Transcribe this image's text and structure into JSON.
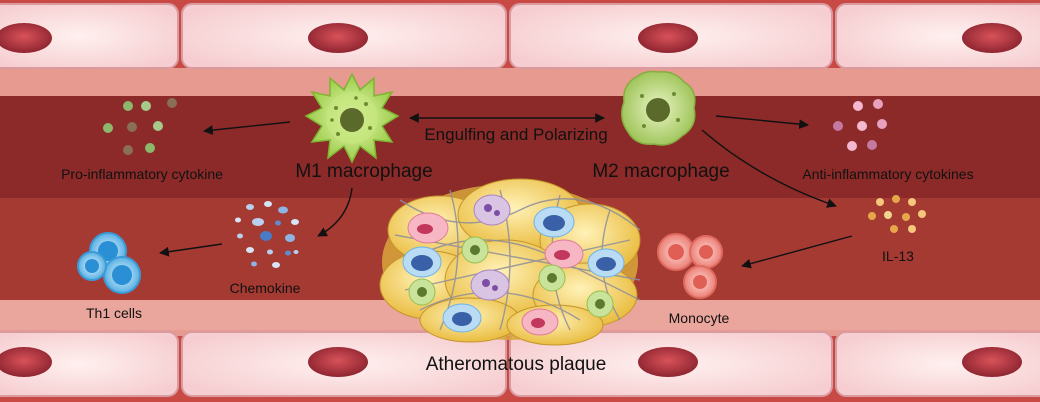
{
  "labels": {
    "engulfing": "Engulfing and Polarizing",
    "m1": "M1 macrophage",
    "m2": "M2 macrophage",
    "pro_inflammatory": "Pro-inflammatory cytokine",
    "anti_inflammatory": "Anti-inflammatory cytokines",
    "chemokine": "Chemokine",
    "th1": "Th1 cells",
    "il13": "IL-13",
    "monocyte": "Monocyte",
    "plaque": "Atheromatous plaque"
  },
  "colors": {
    "vessel_lumen": "#8b2a28",
    "vessel_lumen_inner": "#a53a33",
    "endothelium": "#f8d4d6",
    "endothelium_nucleus": "#b3353d",
    "m1_macrophage": "#9fd14a",
    "m2_macrophage": "#a6c85e",
    "th1_cell": "#5ab7e8",
    "monocyte": "#f08a80",
    "plaque": "#f0c84a"
  }
}
